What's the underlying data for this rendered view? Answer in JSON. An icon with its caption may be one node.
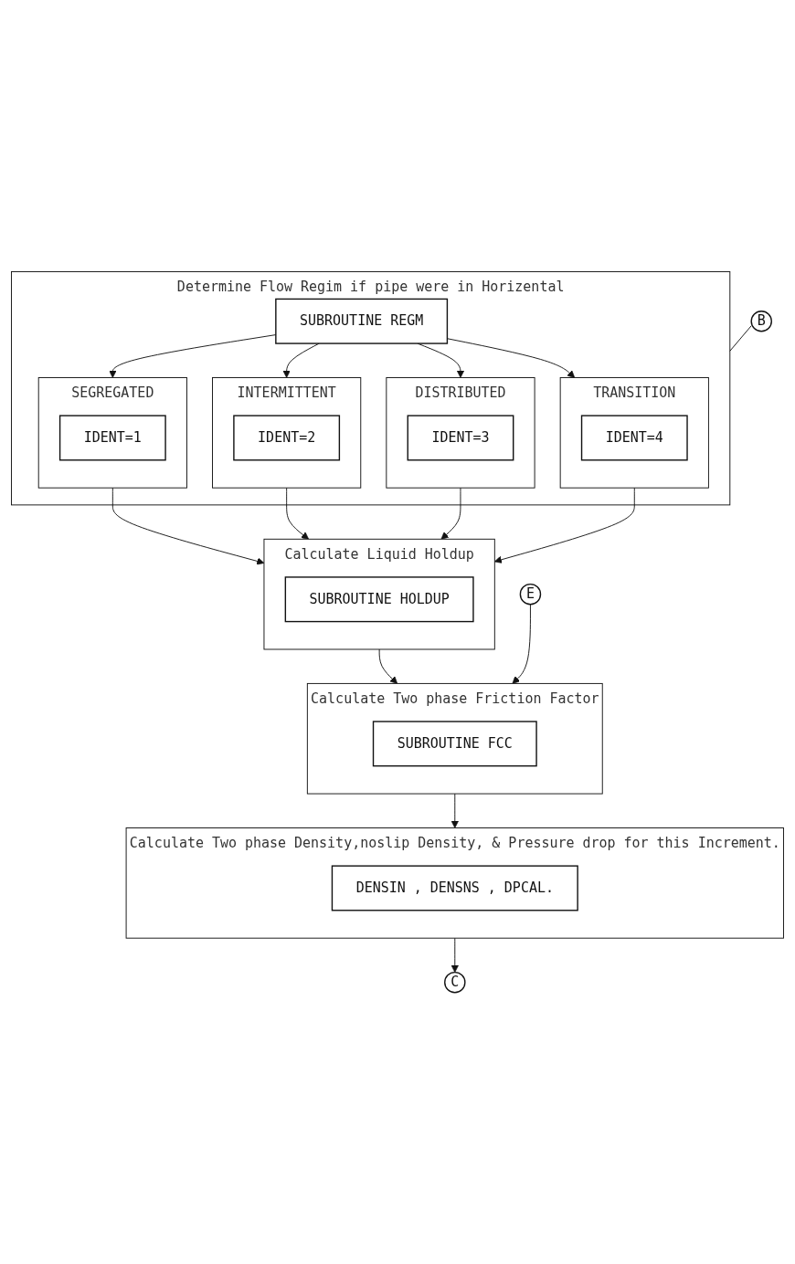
{
  "diagram": {
    "nodes": [
      {
        "text": [
          "B"
        ]
      },
      {
        "text": [
          "Determine Flow Regim if pipe were in Horizental"
        ]
      },
      {
        "text": [
          "SUBROUTINE REGM"
        ],
        "in": 1
      },
      {
        "text": [
          "SEGREGATED"
        ],
        "in": 1
      },
      {
        "text": [
          "IDENT=1"
        ],
        "in": 3
      },
      {
        "text": [
          "INTERMITTENT"
        ],
        "in": 1
      },
      {
        "text": [
          "IDENT=2"
        ],
        "in": 5
      },
      {
        "text": [
          "DISTRIBUTED"
        ],
        "in": 1
      },
      {
        "text": [
          "IDENT=3"
        ],
        "in": 7
      },
      {
        "text": [
          "TRANSITION"
        ],
        "in": 1
      },
      {
        "text": [
          "IDENT=4"
        ],
        "in": 9
      },
      {
        "text": [
          "Calculate Liquid Holdup"
        ]
      },
      {
        "text": [
          "SUBROUTINE HOLDUP"
        ],
        "in": 11
      },
      {
        "text": [
          "E"
        ]
      },
      {
        "text": [
          "Calculate Two phase Friction Factor"
        ]
      },
      {
        "text": [
          "SUBROUTINE FCC"
        ],
        "in": 14
      },
      {
        "text": [
          "Calculate Two phase Density,noslip Density, & Pressure drop for this Increment."
        ]
      },
      {
        "text": [
          "DENSIN , DENSNS , DPCAL."
        ],
        "in": 16
      },
      {
        "text": [
          "C"
        ]
      }
    ],
    "edges": [
      {
        "from": 0,
        "to": 1,
        "arrow": "none"
      },
      {
        "from": 2,
        "to": 3,
        "arrow": "to"
      },
      {
        "from": 2,
        "to": 5,
        "arrow": "to"
      },
      {
        "from": 2,
        "to": 7,
        "arrow": "to"
      },
      {
        "from": 2,
        "to": 9,
        "arrow": "to"
      },
      {
        "from": 3,
        "to": 11,
        "arrow": "to"
      },
      {
        "from": 5,
        "to": 11,
        "arrow": "to"
      },
      {
        "from": 7,
        "to": 11,
        "arrow": "to"
      },
      {
        "from": 9,
        "to": 11,
        "arrow": "to"
      },
      {
        "from": 11,
        "to": 14,
        "arrow": "to"
      },
      {
        "from": 13,
        "to": 14,
        "arrow": "to"
      },
      {
        "from": 14,
        "to": 16,
        "arrow": "to"
      },
      {
        "from": 16,
        "to": 18,
        "arrow": "to"
      }
    ]
  }
}
